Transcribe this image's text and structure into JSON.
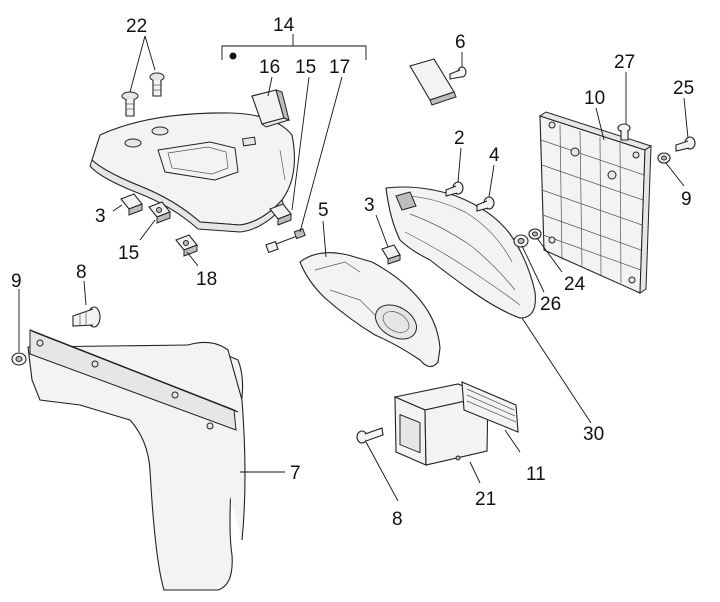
{
  "labels": {
    "l22": "22",
    "l14": "14",
    "l16": "16",
    "l15a": "15",
    "l17": "17",
    "l6": "6",
    "l27": "27",
    "l25": "25",
    "l10": "10",
    "l2": "2",
    "l4": "4",
    "l9a": "9",
    "l9b": "9",
    "l3a": "3",
    "l15b": "15",
    "l18": "18",
    "l5": "5",
    "l3b": "3",
    "l24": "24",
    "l26": "26",
    "l8a": "8",
    "l8b": "8",
    "l30": "30",
    "l7": "7",
    "l11": "11",
    "l21": "21"
  }
}
